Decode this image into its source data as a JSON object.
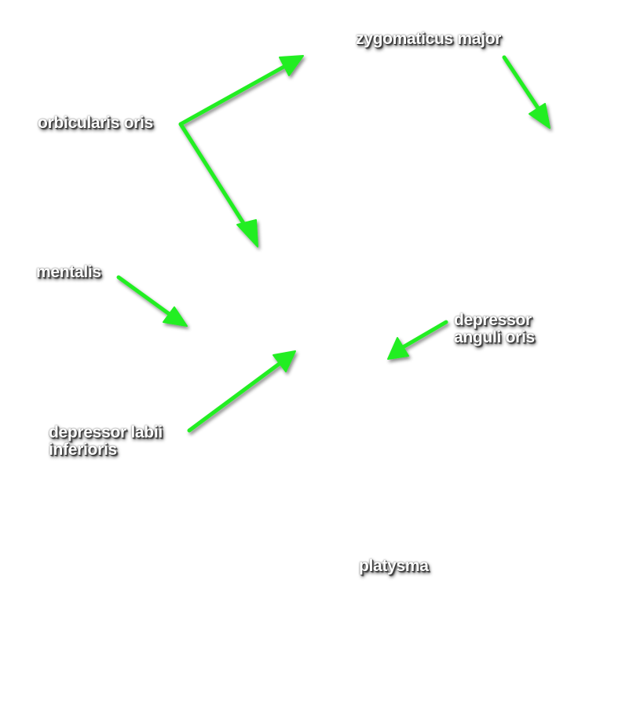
{
  "labels": {
    "zygomaticus_major": "zygomaticus major",
    "orbicularis_oris": "orbicularis oris",
    "mentalis": "mentalis",
    "depressor_anguli_oris": [
      "depressor",
      "anguli oris"
    ],
    "depressor_labii_inferioris": [
      "depressor labii",
      "inferioris"
    ],
    "platysma": "platysma"
  },
  "colors": {
    "arrow": "#22ee22",
    "label_text": "#ffffff",
    "background": "#ffffff"
  }
}
